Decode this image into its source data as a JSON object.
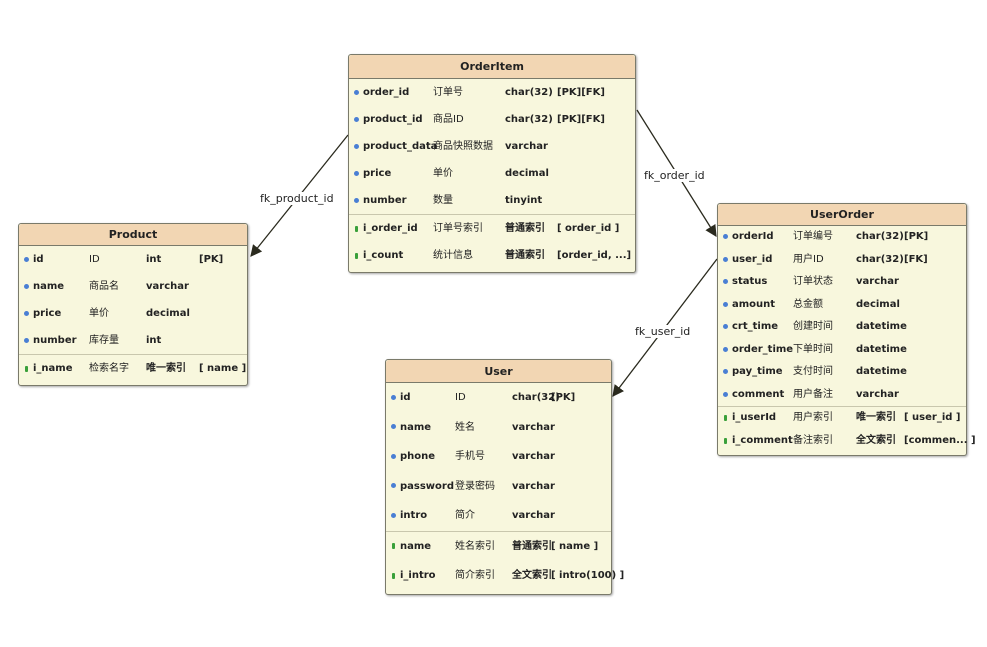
{
  "entities": {
    "order_item": {
      "title": "OrderItem",
      "rows": [
        {
          "kind": "col",
          "name": "order_id",
          "label": "订单号",
          "type": "char(32)",
          "extra": "[PK][FK]"
        },
        {
          "kind": "col",
          "name": "product_id",
          "label": "商品ID",
          "type": "char(32)",
          "extra": "[PK][FK]"
        },
        {
          "kind": "col",
          "name": "product_data",
          "label": "商品快照数据",
          "type": "varchar",
          "extra": ""
        },
        {
          "kind": "col",
          "name": "price",
          "label": "单价",
          "type": "decimal",
          "extra": ""
        },
        {
          "kind": "col",
          "name": "number",
          "label": "数量",
          "type": "tinyint",
          "extra": ""
        },
        {
          "kind": "idx",
          "name": "i_order_id",
          "label": "订单号索引",
          "type": "普通索引",
          "extra": "[   order_id   ]"
        },
        {
          "kind": "idx",
          "name": "i_count",
          "label": "统计信息",
          "type": "普通索引",
          "extra": "[order_id, ...]"
        }
      ]
    },
    "product": {
      "title": "Product",
      "rows": [
        {
          "kind": "col",
          "name": "id",
          "label": "ID",
          "type": "int",
          "extra": "[PK]"
        },
        {
          "kind": "col",
          "name": "name",
          "label": "商品名",
          "type": "varchar",
          "extra": ""
        },
        {
          "kind": "col",
          "name": "price",
          "label": "单价",
          "type": "decimal",
          "extra": ""
        },
        {
          "kind": "col",
          "name": "number",
          "label": "库存量",
          "type": "int",
          "extra": ""
        },
        {
          "kind": "idx",
          "name": "i_name",
          "label": "检索名字",
          "type": "唯一索引",
          "extra": "[     name     ]"
        }
      ]
    },
    "user_order": {
      "title": "UserOrder",
      "rows": [
        {
          "kind": "col",
          "name": "orderId",
          "label": "订单编号",
          "type": "char(32)",
          "extra": "[PK]"
        },
        {
          "kind": "col",
          "name": "user_id",
          "label": "用户ID",
          "type": "char(32)",
          "extra": "[FK]"
        },
        {
          "kind": "col",
          "name": "status",
          "label": "订单状态",
          "type": "varchar",
          "extra": ""
        },
        {
          "kind": "col",
          "name": "amount",
          "label": "总金额",
          "type": "decimal",
          "extra": ""
        },
        {
          "kind": "col",
          "name": "crt_time",
          "label": "创建时间",
          "type": "datetime",
          "extra": ""
        },
        {
          "kind": "col",
          "name": "order_time",
          "label": "下单时间",
          "type": "datetime",
          "extra": ""
        },
        {
          "kind": "col",
          "name": "pay_time",
          "label": "支付时间",
          "type": "datetime",
          "extra": ""
        },
        {
          "kind": "col",
          "name": "comment",
          "label": "用户备注",
          "type": "varchar",
          "extra": ""
        },
        {
          "kind": "idx",
          "name": "i_userId",
          "label": "用户索引",
          "type": "唯一索引",
          "extra": "[    user_id    ]"
        },
        {
          "kind": "idx",
          "name": "i_comment",
          "label": "备注索引",
          "type": "全文索引",
          "extra": "[commen... ]"
        }
      ]
    },
    "user": {
      "title": "User",
      "rows": [
        {
          "kind": "col",
          "name": "id",
          "label": "ID",
          "type": "char(32)",
          "extra": "[PK]"
        },
        {
          "kind": "col",
          "name": "name",
          "label": "姓名",
          "type": "varchar",
          "extra": ""
        },
        {
          "kind": "col",
          "name": "phone",
          "label": "手机号",
          "type": "varchar",
          "extra": ""
        },
        {
          "kind": "col",
          "name": "password",
          "label": "登录密码",
          "type": "varchar",
          "extra": ""
        },
        {
          "kind": "col",
          "name": "intro",
          "label": "简介",
          "type": "varchar",
          "extra": ""
        },
        {
          "kind": "idx",
          "name": "name",
          "label": "姓名索引",
          "type": "普通索引",
          "extra": "[     name     ]"
        },
        {
          "kind": "idx",
          "name": "i_intro",
          "label": "简介索引",
          "type": "全文索引",
          "extra": "[ intro(100) ]"
        }
      ]
    }
  },
  "relations": {
    "fk_product_id": "fk_product_id",
    "fk_order_id": "fk_order_id",
    "fk_user_id": "fk_user_id"
  },
  "colors": {
    "header": "#f2d6b3",
    "body": "#f8f7dd",
    "column_marker": "#4a7fd4",
    "index_marker": "#3aa03a",
    "edge": "#2a2a1e"
  }
}
